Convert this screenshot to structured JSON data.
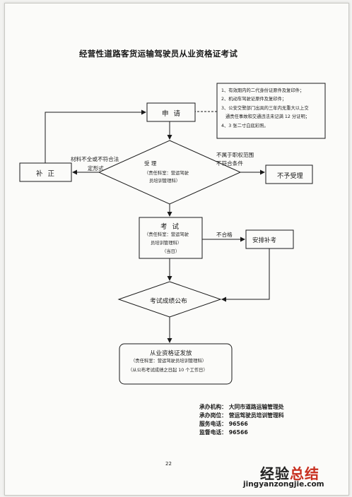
{
  "title": "经营性道路客货运输驾驶员从业资格证考试",
  "requirements": [
    "1、有效期内的二代身份证原件及复印件；",
    "2、机动车驾驶证原件及复印件；",
    "3、公安交警部门出具的三年内无重大以上交",
    "通责任事故和交通违法未记满 12 分证明；",
    "4、3 张二寸白底彩照。"
  ],
  "nodes": {
    "apply": "申 请",
    "accept": {
      "title": "受 理",
      "line1": "（责任科室：营运驾驶",
      "line2": "员培训管理科）"
    },
    "supplement": "补 正",
    "reject": "不予受理",
    "exam": {
      "title": "考 试",
      "line1": "（责任科室：营运驾驶",
      "line2": "员培训管理科）",
      "line3": "（当日）"
    },
    "makeup": "安排补考",
    "publish": "考试成绩公布",
    "issue": {
      "title": "从业资格证发放",
      "line1": "（责任科室：营运驾驶员培训管理科）",
      "line2": "（从公布考试成绩之日起 10 个工作日）"
    }
  },
  "edges": {
    "incomplete_line1": "材料不全或不符合法",
    "incomplete_line2": "定形式",
    "out_of_scope_line1": "不属于职权范围",
    "out_of_scope_line2": "不符合条件",
    "fail": "不合格"
  },
  "contact": {
    "org": "承办机构：  大同市道路运输管理处",
    "post": "承办岗位：  营运驾驶员培训管理科",
    "service_phone": "服务电话：  96566",
    "supervise_phone": "监督电话：  96566"
  },
  "page_number": "22",
  "watermark": {
    "cn_prefix": "经验",
    "cn_highlight": "总结",
    "url": "jingyanzongjie.com"
  }
}
